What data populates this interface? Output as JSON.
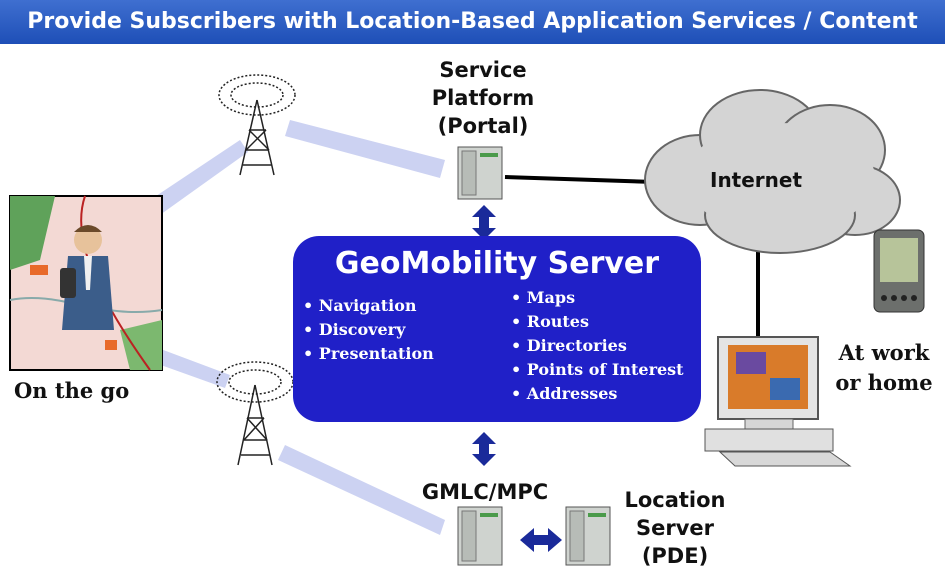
{
  "banner": {
    "title": "Provide Subscribers with Location-Based Application Services / Content"
  },
  "labels": {
    "service_platform": [
      "Service",
      "Platform",
      "(Portal)"
    ],
    "internet": "Internet",
    "on_the_go": "On the go",
    "at_work": [
      "At work",
      "or home"
    ],
    "gmlc": "GMLC/MPC",
    "location_server": [
      "Location",
      "Server",
      "(PDE)"
    ]
  },
  "geomobility": {
    "title": "GeoMobility Server",
    "left_services": [
      "• Navigation",
      "• Discovery",
      "• Presentation"
    ],
    "right_services": [
      "• Maps",
      "• Routes",
      "• Directories",
      "• Points of Interest",
      "• Addresses"
    ]
  },
  "colors": {
    "banner": "#2a5cc4",
    "server_box": "#2020c8",
    "arrow": "#1a2a9a",
    "beam": "#c9cff0"
  }
}
